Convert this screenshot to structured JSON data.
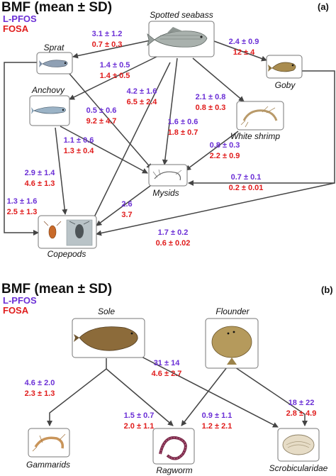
{
  "legend": {
    "top_title": "BMF (mean ± SD)",
    "bottom_title": "BMF (mean ± SD)",
    "series_1": "L-PFOS",
    "series_2": "FOSA"
  },
  "panels": {
    "a_label": "(a)",
    "b_label": "(b)"
  },
  "colors": {
    "pfos": "#6b2fd6",
    "fosa": "#e01b1b",
    "arrow": "#444444"
  },
  "taxa": {
    "spotted_seabass": "Spotted seabass",
    "sprat": "Sprat",
    "goby": "Goby",
    "anchovy": "Anchovy",
    "white_shrimp": "White shrimp",
    "mysids": "Mysids",
    "copepods": "Copepods",
    "sole": "Sole",
    "flounder": "Flounder",
    "gammarids": "Gammarids",
    "ragworm": "Ragworm",
    "scrobicularidae": "Scrobicularidae"
  },
  "bmf_values": {
    "seabass_sprat": {
      "pfos": "3.1 ± 1.2",
      "fosa": "0.7 ± 0.3"
    },
    "seabass_goby": {
      "pfos": "2.4 ± 0.9",
      "fosa": "12 ± 4"
    },
    "seabass_anchovy": {
      "pfos": "1.4 ± 0.5",
      "fosa": "1.4 ± 0.5"
    },
    "seabass_copepods": {
      "pfos": "4.2 ± 1.6",
      "fosa": "6.5 ± 2.4"
    },
    "seabass_mysids": {
      "pfos": "1.6 ± 0.6",
      "fosa": "1.8 ± 0.7"
    },
    "seabass_shrimp": {
      "pfos": "2.1 ± 0.8",
      "fosa": "0.8 ± 0.3"
    },
    "sprat_mysids": {
      "pfos": "0.5 ± 0.6",
      "fosa": "9.2 ± 4.7"
    },
    "anchovy_mysids": {
      "pfos": "1.1 ± 0.6",
      "fosa": "1.3 ± 0.4"
    },
    "anchovy_copepods": {
      "pfos": "2.9 ± 1.4",
      "fosa": "4.6 ± 1.3"
    },
    "sprat_copepods": {
      "pfos": "1.3 ± 1.6",
      "fosa": "2.5 ± 1.3"
    },
    "shrimp_mysids": {
      "pfos": "0.8 ± 0.3",
      "fosa": "2.2 ± 0.9"
    },
    "goby_mysids": {
      "pfos": "0.7 ± 0.1",
      "fosa": "0.2 ± 0.01"
    },
    "mysids_copepods": {
      "pfos": "2.6",
      "fosa": "3.7"
    },
    "goby_copepods": {
      "pfos": "1.7 ± 0.2",
      "fosa": "0.6 ± 0.02"
    },
    "sole_gammarids": {
      "pfos": "4.6 ± 2.0",
      "fosa": "2.3 ± 1.3"
    },
    "sole_scrob": {
      "pfos": "31 ± 14",
      "fosa": "4.6 ± 2.7"
    },
    "sole_ragworm": {
      "pfos": "1.5 ± 0.7",
      "fosa": "2.0 ± 1.1"
    },
    "flounder_ragworm": {
      "pfos": "0.9 ± 1.1",
      "fosa": "1.2 ± 2.1"
    },
    "flounder_scrob": {
      "pfos": "18 ± 22",
      "fosa": "2.8 ± 4.9"
    }
  }
}
